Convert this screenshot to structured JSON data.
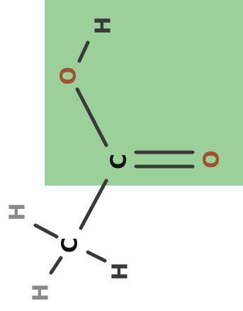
{
  "molecule": {
    "highlight_color": "#9bd09a",
    "bond_color": "#3a3a3a",
    "atoms": [
      {
        "id": "h_top",
        "symbol": "H",
        "color": "#3a3a3a",
        "name": "hydrogen-top-atom"
      },
      {
        "id": "o_hydroxyl",
        "symbol": "O",
        "color": "#a0522d",
        "name": "hydroxyl-oxygen-atom"
      },
      {
        "id": "c_carboxyl",
        "symbol": "C",
        "color": "#111111",
        "name": "carboxyl-carbon-atom"
      },
      {
        "id": "o_carbonyl",
        "symbol": "O",
        "color": "#a0522d",
        "name": "carbonyl-oxygen-atom"
      },
      {
        "id": "c_methyl",
        "symbol": "C",
        "color": "#111111",
        "name": "methyl-carbon-atom"
      },
      {
        "id": "h_left",
        "symbol": "H",
        "color": "#8a8a8a",
        "name": "hydrogen-left-atom"
      },
      {
        "id": "h_right",
        "symbol": "H",
        "color": "#3a3a3a",
        "name": "hydrogen-right-atom"
      },
      {
        "id": "h_bottom",
        "symbol": "H",
        "color": "#8a8a8a",
        "name": "hydrogen-bottom-atom"
      }
    ]
  }
}
